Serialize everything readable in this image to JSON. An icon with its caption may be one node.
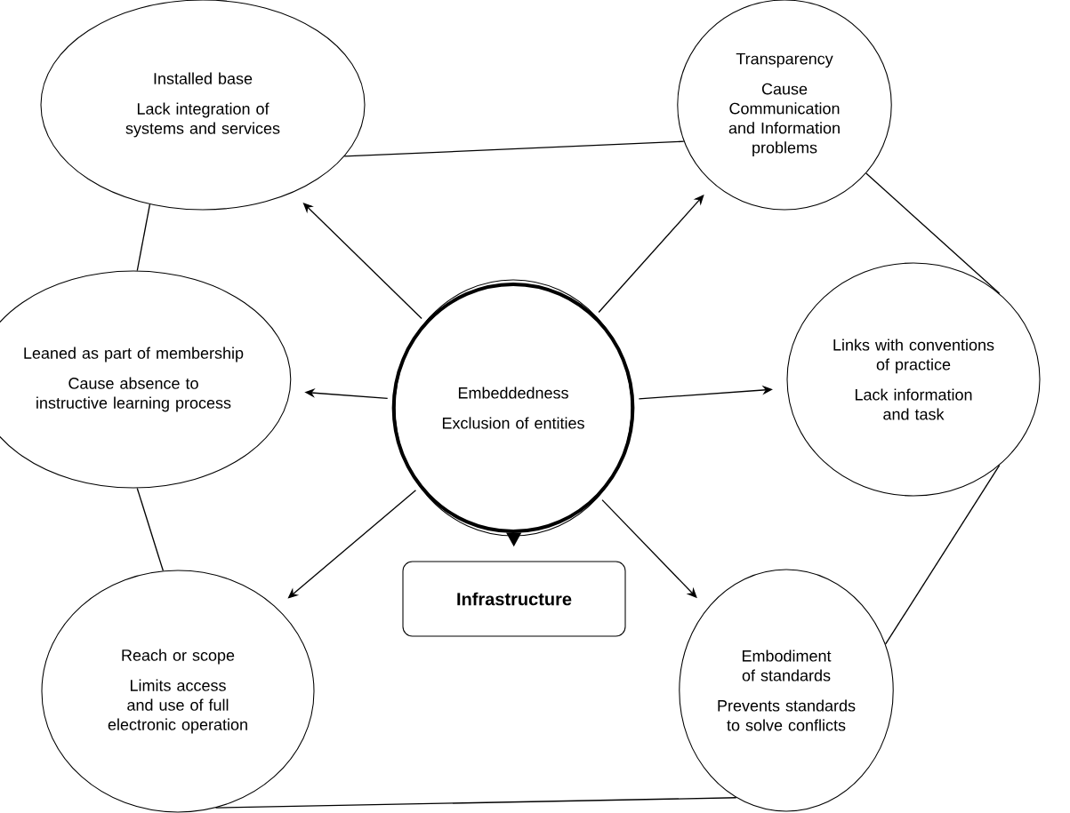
{
  "diagram": {
    "nodes": [
      {
        "text": [
          "Embeddedness",
          "Exclusion of entities"
        ]
      },
      {
        "text": [
          "Installed base",
          "Lack integration of systems and services"
        ]
      },
      {
        "text": [
          "Transparency",
          "Cause Communication and Information problems"
        ]
      },
      {
        "text": [
          "Leaned as part of membership",
          "Cause absence to instructive learning process"
        ]
      },
      {
        "text": [
          "Links with conventions of practice",
          "Lack information and task"
        ]
      },
      {
        "text": [
          "Reach or scope",
          "Limits access and use of full electronic operation"
        ]
      },
      {
        "text": [
          "Infrastructure"
        ]
      },
      {
        "text": [
          "Embodiment of standards",
          "Prevents standards to solve conflicts"
        ]
      }
    ],
    "edges": [
      {
        "from": 0,
        "to": 1,
        "arrow": "to"
      },
      {
        "from": 0,
        "to": 2,
        "arrow": "to"
      },
      {
        "from": 0,
        "to": 3,
        "arrow": "to"
      },
      {
        "from": 0,
        "to": 4,
        "arrow": "to"
      },
      {
        "from": 0,
        "to": 5,
        "arrow": "to"
      },
      {
        "from": 0,
        "to": 6,
        "arrow": "to",
        "style": "thick"
      },
      {
        "from": 0,
        "to": 7,
        "arrow": "to"
      },
      {
        "from": 1,
        "to": 2,
        "arrow": "none"
      },
      {
        "from": 2,
        "to": 4,
        "arrow": "none"
      },
      {
        "from": 4,
        "to": 7,
        "arrow": "none"
      },
      {
        "from": 1,
        "to": 3,
        "arrow": "none"
      },
      {
        "from": 3,
        "to": 5,
        "arrow": "none"
      },
      {
        "from": 5,
        "to": 7,
        "arrow": "none"
      }
    ]
  }
}
